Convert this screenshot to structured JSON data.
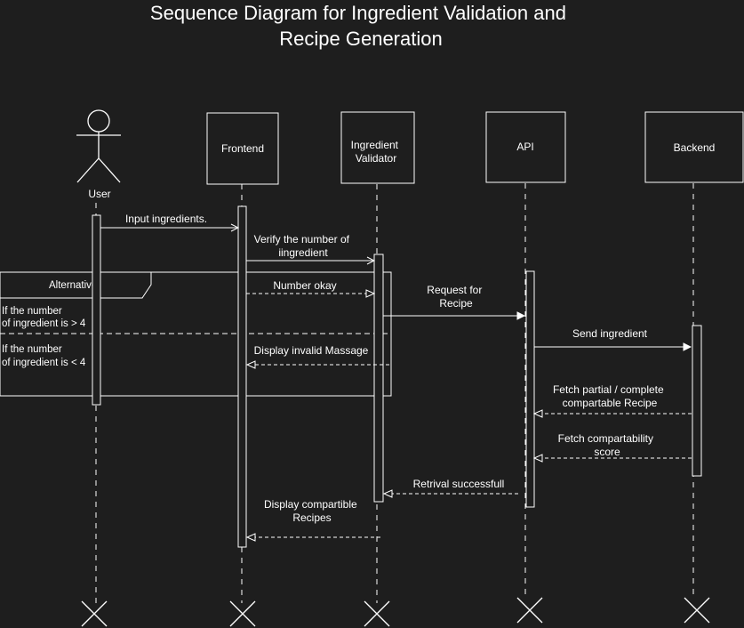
{
  "title": [
    "Sequence Diagram for Ingredient Validation and",
    "Recipe Generation"
  ],
  "participants": {
    "user": "User",
    "frontend": "Frontend",
    "validator": [
      "Ingredient",
      "Validator"
    ],
    "api": "API",
    "backend": "Backend"
  },
  "fragment": {
    "label": "Alternative",
    "guard1": [
      "If the number",
      "of ingredient is > 4"
    ],
    "guard2": [
      "If the number",
      "of ingredient is < 4"
    ]
  },
  "messages": {
    "m1": [
      "Input ingredients."
    ],
    "m2": [
      "Verify the number of",
      "iingredient"
    ],
    "m3": [
      "Number okay"
    ],
    "m4": [
      "Request for",
      "Recipe"
    ],
    "m5": [
      "Send ingredient"
    ],
    "m6": [
      "Display invalid Massage"
    ],
    "m7": [
      "Fetch partial / complete",
      "compartable Recipe"
    ],
    "m8": [
      "Fetch compartability",
      "score"
    ],
    "m9": [
      "Retrival successfull"
    ],
    "m10": [
      "Display compartible",
      "Recipes"
    ]
  },
  "colors": {
    "background": "#1e1e1e",
    "stroke": "#ffffff"
  }
}
